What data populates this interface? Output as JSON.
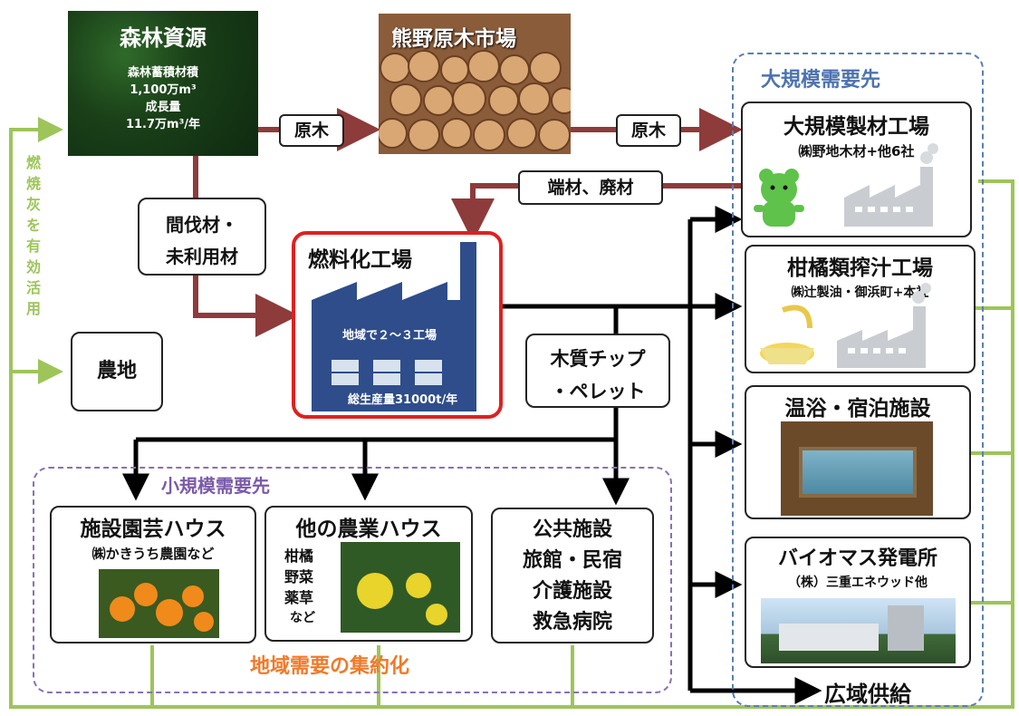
{
  "forest": {
    "title": "森林資源",
    "line1": "森林蓄積材積",
    "line2": "1,100万m³",
    "line3": "成長量",
    "line4": "11.7万m³/年"
  },
  "market": {
    "title": "熊野原木市場"
  },
  "labels": {
    "raw_wood_1": "原木",
    "raw_wood_2": "原木",
    "offcuts": "端材、廃材",
    "thinning_1": "間伐材・",
    "thinning_2": "未利用材",
    "chips_1": "木質チップ",
    "chips_2": "・ペレット"
  },
  "ash": {
    "chars": [
      "燃",
      "焼",
      "灰",
      "を",
      "有",
      "効",
      "活",
      "用"
    ]
  },
  "farmland": {
    "title": "農地"
  },
  "fuel_factory": {
    "title": "燃料化工場",
    "region": "地域で２～３工場",
    "output": "総生産量31000t/年"
  },
  "large": {
    "group_title": "大規模需要先",
    "sawmill": {
      "title": "大規模製材工場",
      "sub": "㈱野地木材+他6社"
    },
    "citrus": {
      "title": "柑橘類搾汁工場",
      "sub": "㈱辻製油・御浜町+本社"
    },
    "spa": {
      "title": "温浴・宿泊施設"
    },
    "biomass": {
      "title": "バイオマス発電所",
      "sub": "（株）三重エネウッド他"
    }
  },
  "small": {
    "group_title": "小規模需要先",
    "horti": {
      "title": "施設園芸ハウス",
      "sub": "㈱かきうち農園など"
    },
    "farm": {
      "title": "他の農業ハウス",
      "items": [
        "柑橘",
        "野菜",
        "薬草",
        "など"
      ]
    },
    "public": {
      "items": [
        "公共施設",
        "旅館・民宿",
        "介護施設",
        "救急病院"
      ]
    }
  },
  "aggregation": "地域需要の集約化",
  "wide_supply": "広域供給",
  "colors": {
    "log_flow": "#8e3b3b",
    "fuel_flow": "#000000",
    "ash_flow": "#9dc55a",
    "group_blue": "#5a7fb0",
    "group_purple": "#8a6fb3",
    "highlight": "#e02020",
    "factory_blue": "#2e4d8a"
  }
}
